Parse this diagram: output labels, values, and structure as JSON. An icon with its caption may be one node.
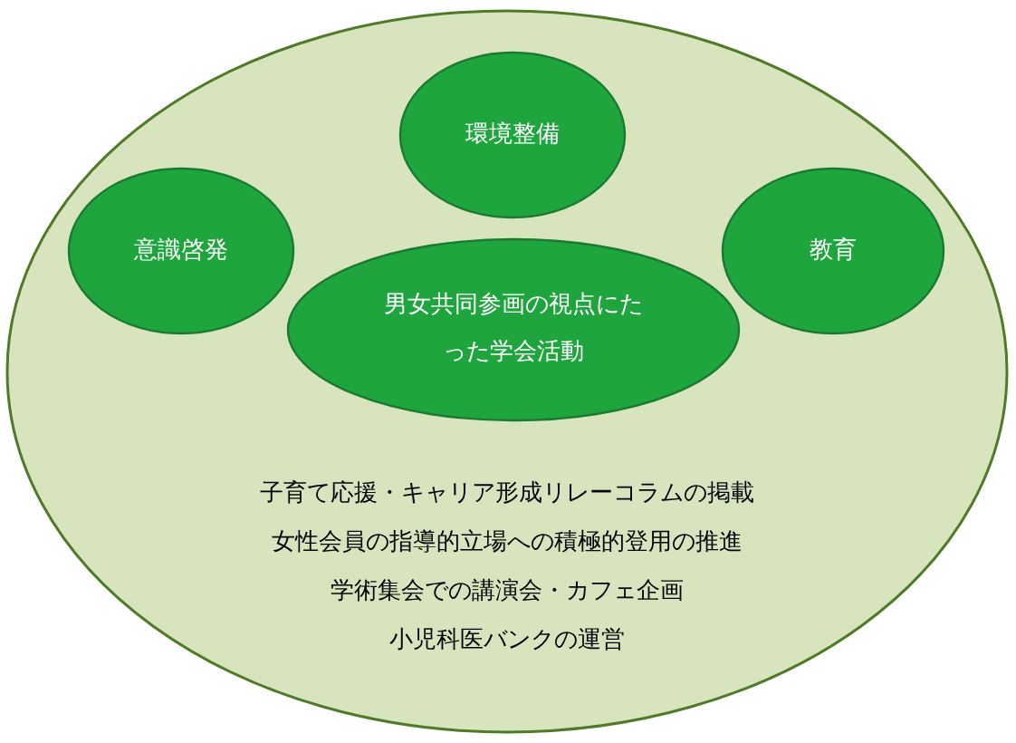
{
  "diagram": {
    "nodes": [
      {
        "text": [
          "子育て応援・キャリア形成リレーコラムの掲載",
          "女性会員の指導的立場への積極的登用の推進",
          "学術集会での講演会・カフェ企画",
          "小児科医バンクの運営"
        ]
      },
      {
        "text": [
          "環境整備"
        ],
        "in": 0
      },
      {
        "text": [
          "意識啓発"
        ],
        "in": 0
      },
      {
        "text": [
          "教育"
        ],
        "in": 0
      },
      {
        "text": [
          "男女共同参画の視点にたった学会活動"
        ],
        "in": 0
      }
    ]
  }
}
